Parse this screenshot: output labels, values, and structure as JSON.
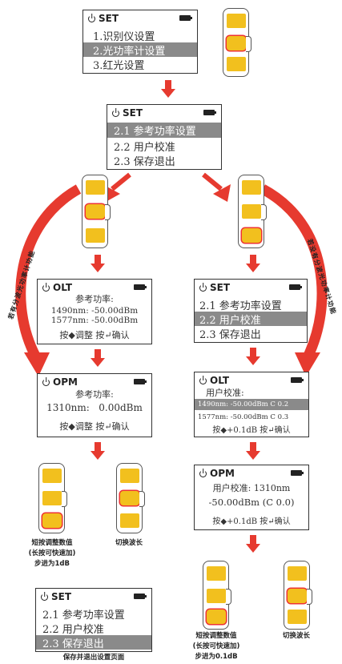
{
  "screens": {
    "s1": {
      "title": "SET",
      "items": [
        "1.识别仪设置",
        "2.光功率计设置",
        "3.红光设置"
      ]
    },
    "s2": {
      "title": "SET",
      "items": [
        "2.1 参考功率设置",
        "2.2 用户校准",
        "2.3 保存退出"
      ]
    },
    "s3": {
      "title": "OLT",
      "label": "参考功率:",
      "line1": "1490nm: -50.00dBm",
      "line2": "1577nm: -50.00dBm",
      "hint": "按◆调整 按↵确认"
    },
    "s4": {
      "title": "OPM",
      "label": "参考功率:",
      "value": "1310nm:   0.00dBm",
      "hint": "按◆调整 按↵确认"
    },
    "s5": {
      "title": "SET",
      "items": [
        "2.1 参考功率设置",
        "2.2 用户校准",
        "2.3 保存退出"
      ]
    },
    "s6": {
      "title": "OLT",
      "label": "用户校准:",
      "line1": "1490nm: -50.00dBm  C 0.2",
      "line2": "1577nm: -50.00dBm  C 0.3",
      "hint": "按◆+0.1dB 按↵确认"
    },
    "s7": {
      "title": "OPM",
      "label": "用户校准: 1310nm",
      "value": "-50.00dBm (C 0.0)",
      "hint": "按◆+0.1dB 按↵确认"
    },
    "s8": {
      "title": "SET",
      "items": [
        "2.1 参考功率设置",
        "2.2 用户校准",
        "2.3 保存退出"
      ]
    }
  },
  "captions": {
    "left_short": [
      "短按调整数值",
      "(长按可快速加)",
      "步进为1dB"
    ],
    "left_switch": "切换波长",
    "right_short": [
      "短按调整数值",
      "(长按可快速加)",
      "步进为0.1dB"
    ],
    "right_switch": "切换波长",
    "save_exit": "保存并退出设置页面"
  },
  "curves": {
    "left": "若有分波光功率计功能",
    "right": "若没有分波光功率计功能"
  },
  "colors": {
    "arrow": "#e63a2f",
    "highlight": "#8a8a8a",
    "button": "#f2c01e",
    "button_ring": "#ee3333"
  }
}
